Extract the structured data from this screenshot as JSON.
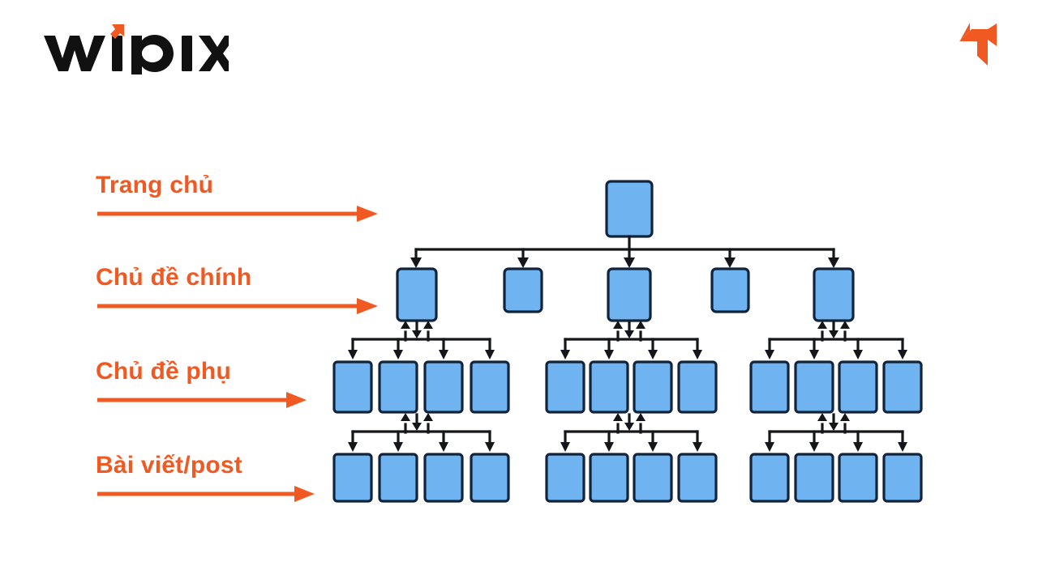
{
  "header": {
    "brand_name": "wipix",
    "brand_icon": "arrow-up-right-icon",
    "corner_mark_icon": "arrow-up-right-icon",
    "brand_accent_color": "#F05A22",
    "brand_text_color": "#111111"
  },
  "legend": {
    "arrow_color": "#F05A22",
    "items": [
      {
        "label": "Trang chủ",
        "arrow_icon": "arrow-right-icon",
        "level": 1,
        "arrow_width": 345
      },
      {
        "label": "Chủ đề chính",
        "arrow_icon": "arrow-right-icon",
        "level": 2,
        "arrow_width": 345
      },
      {
        "label": "Chủ đề phụ",
        "arrow_icon": "arrow-right-icon",
        "level": 3,
        "arrow_width": 258
      },
      {
        "label": "Bài viết/post",
        "arrow_icon": "arrow-right-icon",
        "level": 4,
        "arrow_width": 268
      }
    ]
  },
  "diagram": {
    "type": "tree",
    "title": "Website sitemap hierarchy",
    "node_fill_color": "#6FB3F0",
    "node_stroke_color": "#12243B",
    "connector_color": "#15161A",
    "levels": [
      {
        "level": 1,
        "name": "Trang chủ",
        "node_count": 1
      },
      {
        "level": 2,
        "name": "Chủ đề chính",
        "node_count": 5
      },
      {
        "level": 3,
        "name": "Chủ đề phụ",
        "node_count": 12
      },
      {
        "level": 4,
        "name": "Bài viết/post",
        "node_count": 12
      }
    ],
    "total_nodes": 30,
    "branching": "Root fans out to 5 main topics; topics 1, 3 and 5 each fan out to 4 subtopics; every subtopic group fans out to 4 posts."
  }
}
